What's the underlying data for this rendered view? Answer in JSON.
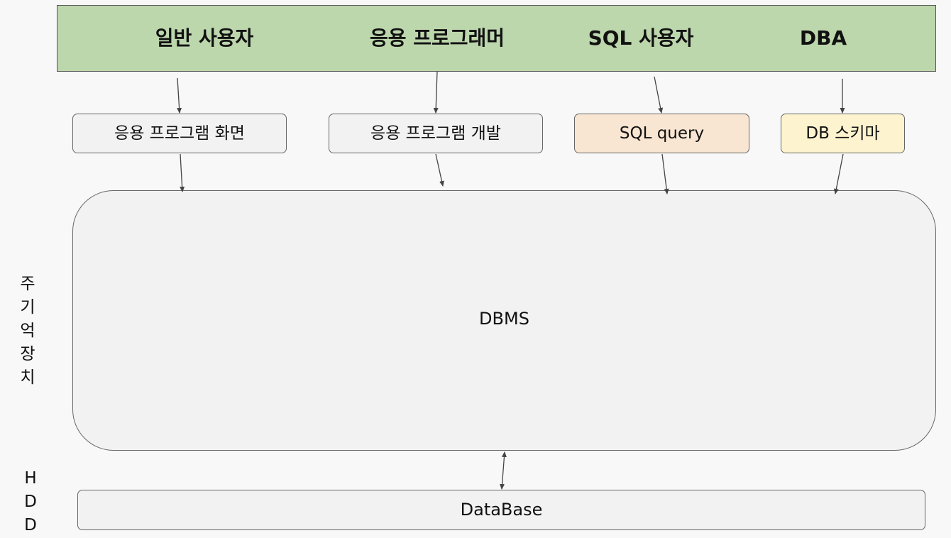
{
  "actors": [
    "일반 사용자",
    "응용 프로그래머",
    "SQL 사용자",
    "DBA"
  ],
  "middle_boxes": [
    {
      "label": "응용 프로그램 화면",
      "color": "#f2f2f2"
    },
    {
      "label": "응용 프로그램 개발",
      "color": "#f2f2f2"
    },
    {
      "label": "SQL query",
      "color": "#f8e6d2"
    },
    {
      "label": "DB 스키마",
      "color": "#fdf3cf"
    }
  ],
  "dbms_label": "DBMS",
  "database_label": "DataBase",
  "side_labels": {
    "memory": [
      "주",
      "기",
      "억",
      "장",
      "치"
    ],
    "disk": [
      "H",
      "D",
      "D"
    ]
  },
  "colors": {
    "actor_bar": "#bdd7ad",
    "border": "#666666"
  }
}
